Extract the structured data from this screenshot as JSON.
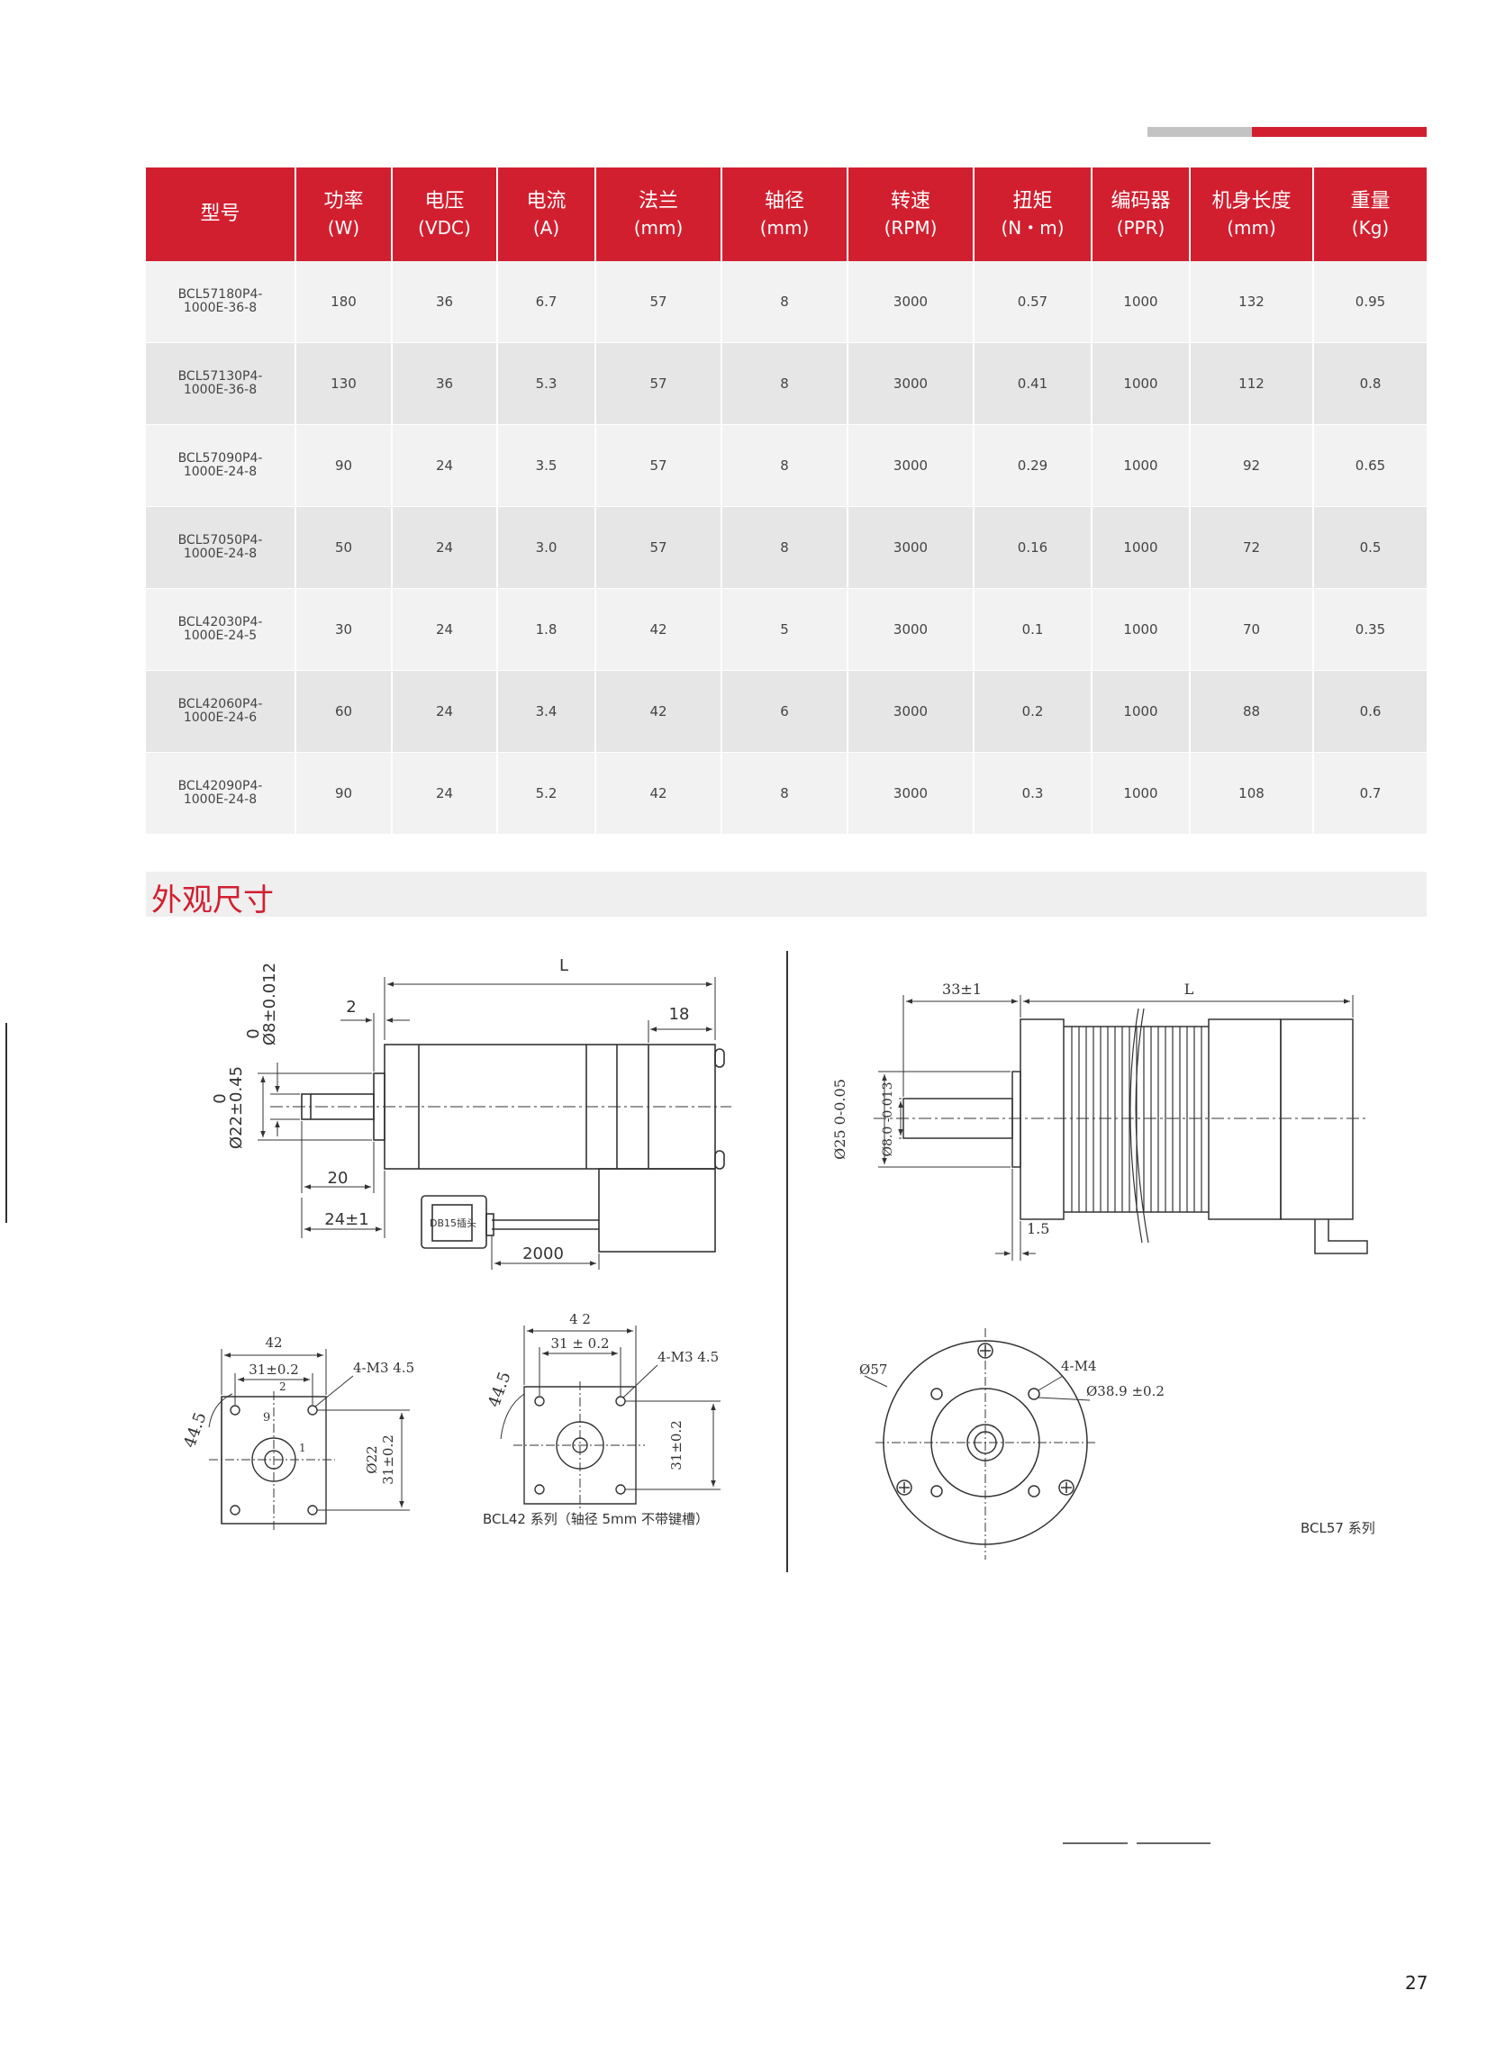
{
  "table": {
    "headers": [
      {
        "label": "型号",
        "unit": ""
      },
      {
        "label": "功率",
        "unit": "(W)"
      },
      {
        "label": "电压",
        "unit": "(VDC)"
      },
      {
        "label": "电流",
        "unit": "(A)"
      },
      {
        "label": "法兰",
        "unit": "(mm)"
      },
      {
        "label": "轴径",
        "unit": "(mm)"
      },
      {
        "label": "转速",
        "unit": "(RPM)"
      },
      {
        "label": "扭矩",
        "unit": "(N・m)"
      },
      {
        "label": "编码器",
        "unit": "(PPR)"
      },
      {
        "label": "机身长度",
        "unit": "(mm)"
      },
      {
        "label": "重量",
        "unit": "(Kg)"
      }
    ],
    "rows": [
      {
        "model1": "BCL57180P4-",
        "model2": "1000E-36-8",
        "cells": [
          "180",
          "36",
          "6.7",
          "57",
          "8",
          "3000",
          "0.57",
          "1000",
          "132",
          "0.95"
        ]
      },
      {
        "model1": "BCL57130P4-",
        "model2": "1000E-36-8",
        "cells": [
          "130",
          "36",
          "5.3",
          "57",
          "8",
          "3000",
          "0.41",
          "1000",
          "112",
          "0.8"
        ]
      },
      {
        "model1": "BCL57090P4-",
        "model2": "1000E-24-8",
        "cells": [
          "90",
          "24",
          "3.5",
          "57",
          "8",
          "3000",
          "0.29",
          "1000",
          "92",
          "0.65"
        ]
      },
      {
        "model1": "BCL57050P4-",
        "model2": "1000E-24-8",
        "cells": [
          "50",
          "24",
          "3.0",
          "57",
          "8",
          "3000",
          "0.16",
          "1000",
          "72",
          "0.5"
        ]
      },
      {
        "model1": "BCL42030P4-",
        "model2": "1000E-24-5",
        "cells": [
          "30",
          "24",
          "1.8",
          "42",
          "5",
          "3000",
          "0.1",
          "1000",
          "70",
          "0.35"
        ]
      },
      {
        "model1": "BCL42060P4-",
        "model2": "1000E-24-6",
        "cells": [
          "60",
          "24",
          "3.4",
          "42",
          "6",
          "3000",
          "0.2",
          "1000",
          "88",
          "0.6"
        ]
      },
      {
        "model1": "BCL42090P4-",
        "model2": "1000E-24-8",
        "cells": [
          "90",
          "24",
          "5.2",
          "42",
          "8",
          "3000",
          "0.3",
          "1000",
          "108",
          "0.7"
        ]
      }
    ]
  },
  "section_title": "外观尺寸",
  "drawing42": {
    "L": "L",
    "dim_2": "2",
    "dim_18": "18",
    "tol_shaft_top": "0",
    "tol_shaft": "Ø8±0.012",
    "tol_boss_top": "0",
    "tol_boss": "Ø22±0.45",
    "dim_20": "20",
    "dim_24": "24±1",
    "connector": "DB15插头",
    "cable": "2000"
  },
  "front42a": {
    "w42": "42",
    "w31": "31±0.2",
    "holes": "4-M3 4.5",
    "diag": "44.5",
    "d2": "2",
    "d9": "9",
    "d1": "1",
    "v22": "Ø22",
    "v31": "31±0.2"
  },
  "front42b": {
    "w42": "4 2",
    "w31": "31 ± 0.2",
    "holes": "4-M3 4.5",
    "diag": "44.5",
    "v31": "31±0.2",
    "caption": "BCL42 系列（轴径 5mm 不带键槽）"
  },
  "drawing57": {
    "d33": "33±1",
    "L": "L",
    "phi25": "Ø25 0-0.05",
    "phi8": "Ø8.0 -0.013",
    "d15": "1.5"
  },
  "front57": {
    "phi57": "Ø57",
    "holes": "4-M4",
    "phi389": "Ø38.9 ±0.2",
    "caption": "BCL57 系列"
  },
  "page_number": "27"
}
